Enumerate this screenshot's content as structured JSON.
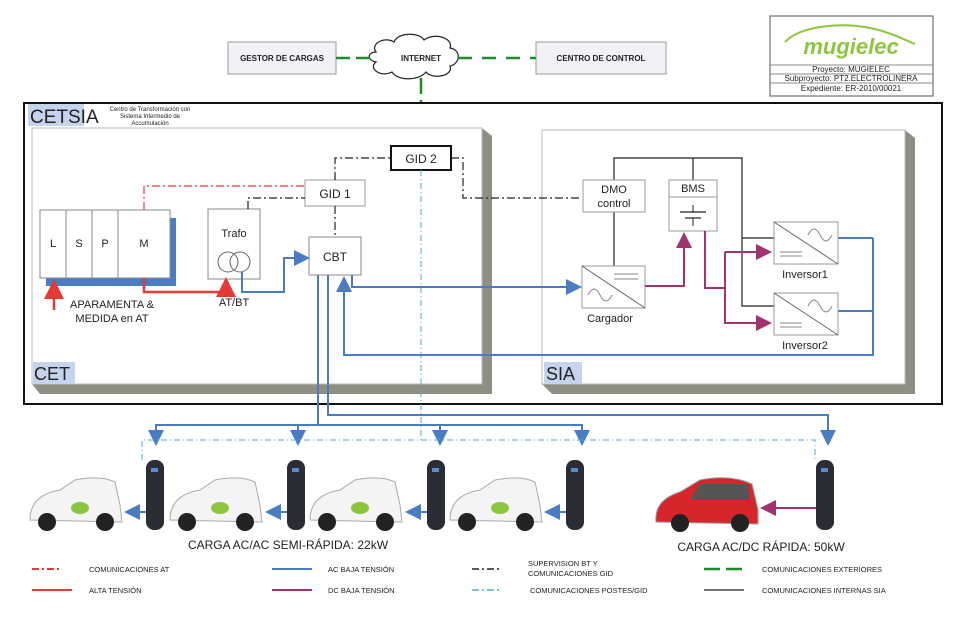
{
  "project_box": {
    "logo": "mugielec",
    "proyecto": "Proyecto: MUGIELEC",
    "subproyecto": "Subproyecto: PT2.ELECTROLINERA",
    "expediente": "Expediente: ER-2010/00021"
  },
  "top": {
    "gestor": "GESTOR DE CARGAS",
    "internet": "INTERNET",
    "centro": "CENTRO DE CONTROL"
  },
  "cetsia": {
    "title": "CETSIA",
    "subtitle": [
      "Centro de Transformación con",
      "Sistema Intermedio de",
      "Accumulación"
    ]
  },
  "cet": {
    "label": "CET",
    "cells": [
      "L",
      "S",
      "P",
      "M"
    ],
    "aparamenta": [
      "APARAMENTA &",
      "MEDIDA en AT"
    ],
    "trafo": "Trafo",
    "atbt": "AT/BT",
    "gid1": "GID 1",
    "gid2": "GID 2",
    "cbt": "CBT"
  },
  "sia": {
    "label": "SIA",
    "dmo": [
      "DMO",
      "control"
    ],
    "bms": "BMS",
    "cargador": "Cargador",
    "inversor1": "Inversor1",
    "inversor2": "Inversor2"
  },
  "charging": {
    "semi_rapida": "CARGA AC/AC SEMI-RÁPIDA: 22kW",
    "rapida": "CARGA AC/DC RÁPIDA: 50kW"
  },
  "legend": [
    {
      "label": "COMUNICACIONES AT",
      "color": "#e53935",
      "style": "dashdot"
    },
    {
      "label": "ALTA TENSIÓN",
      "color": "#e53935",
      "style": "solid"
    },
    {
      "label": "AC BAJA TENSIÓN",
      "color": "#4a7cc4",
      "style": "solid"
    },
    {
      "label": "DC BAJA TENSIÓN",
      "color": "#a2336e",
      "style": "solid"
    },
    {
      "label": "SUPERVISION  BT Y",
      "label2": "COMUNICACIONES GID",
      "color": "#222222",
      "style": "dashdot"
    },
    {
      "label": "COMUNICACIONES POSTES/GID",
      "color": "#4aaed0",
      "style": "dashdot"
    },
    {
      "label": "COMUNICACIONES EXTERIORES",
      "color": "#1e8a2a",
      "style": "dash"
    },
    {
      "label": "COMUNICACIONES INTERNAS SIA",
      "color": "#222222",
      "style": "solid"
    }
  ],
  "colors": {
    "ac": "#4a7cc4",
    "dc": "#a2336e",
    "at": "#e53935",
    "ext": "#1e8a2a",
    "postes": "#4aaed0",
    "label_bg": "#c5d3ec",
    "logo_green": "#8cc63f"
  }
}
